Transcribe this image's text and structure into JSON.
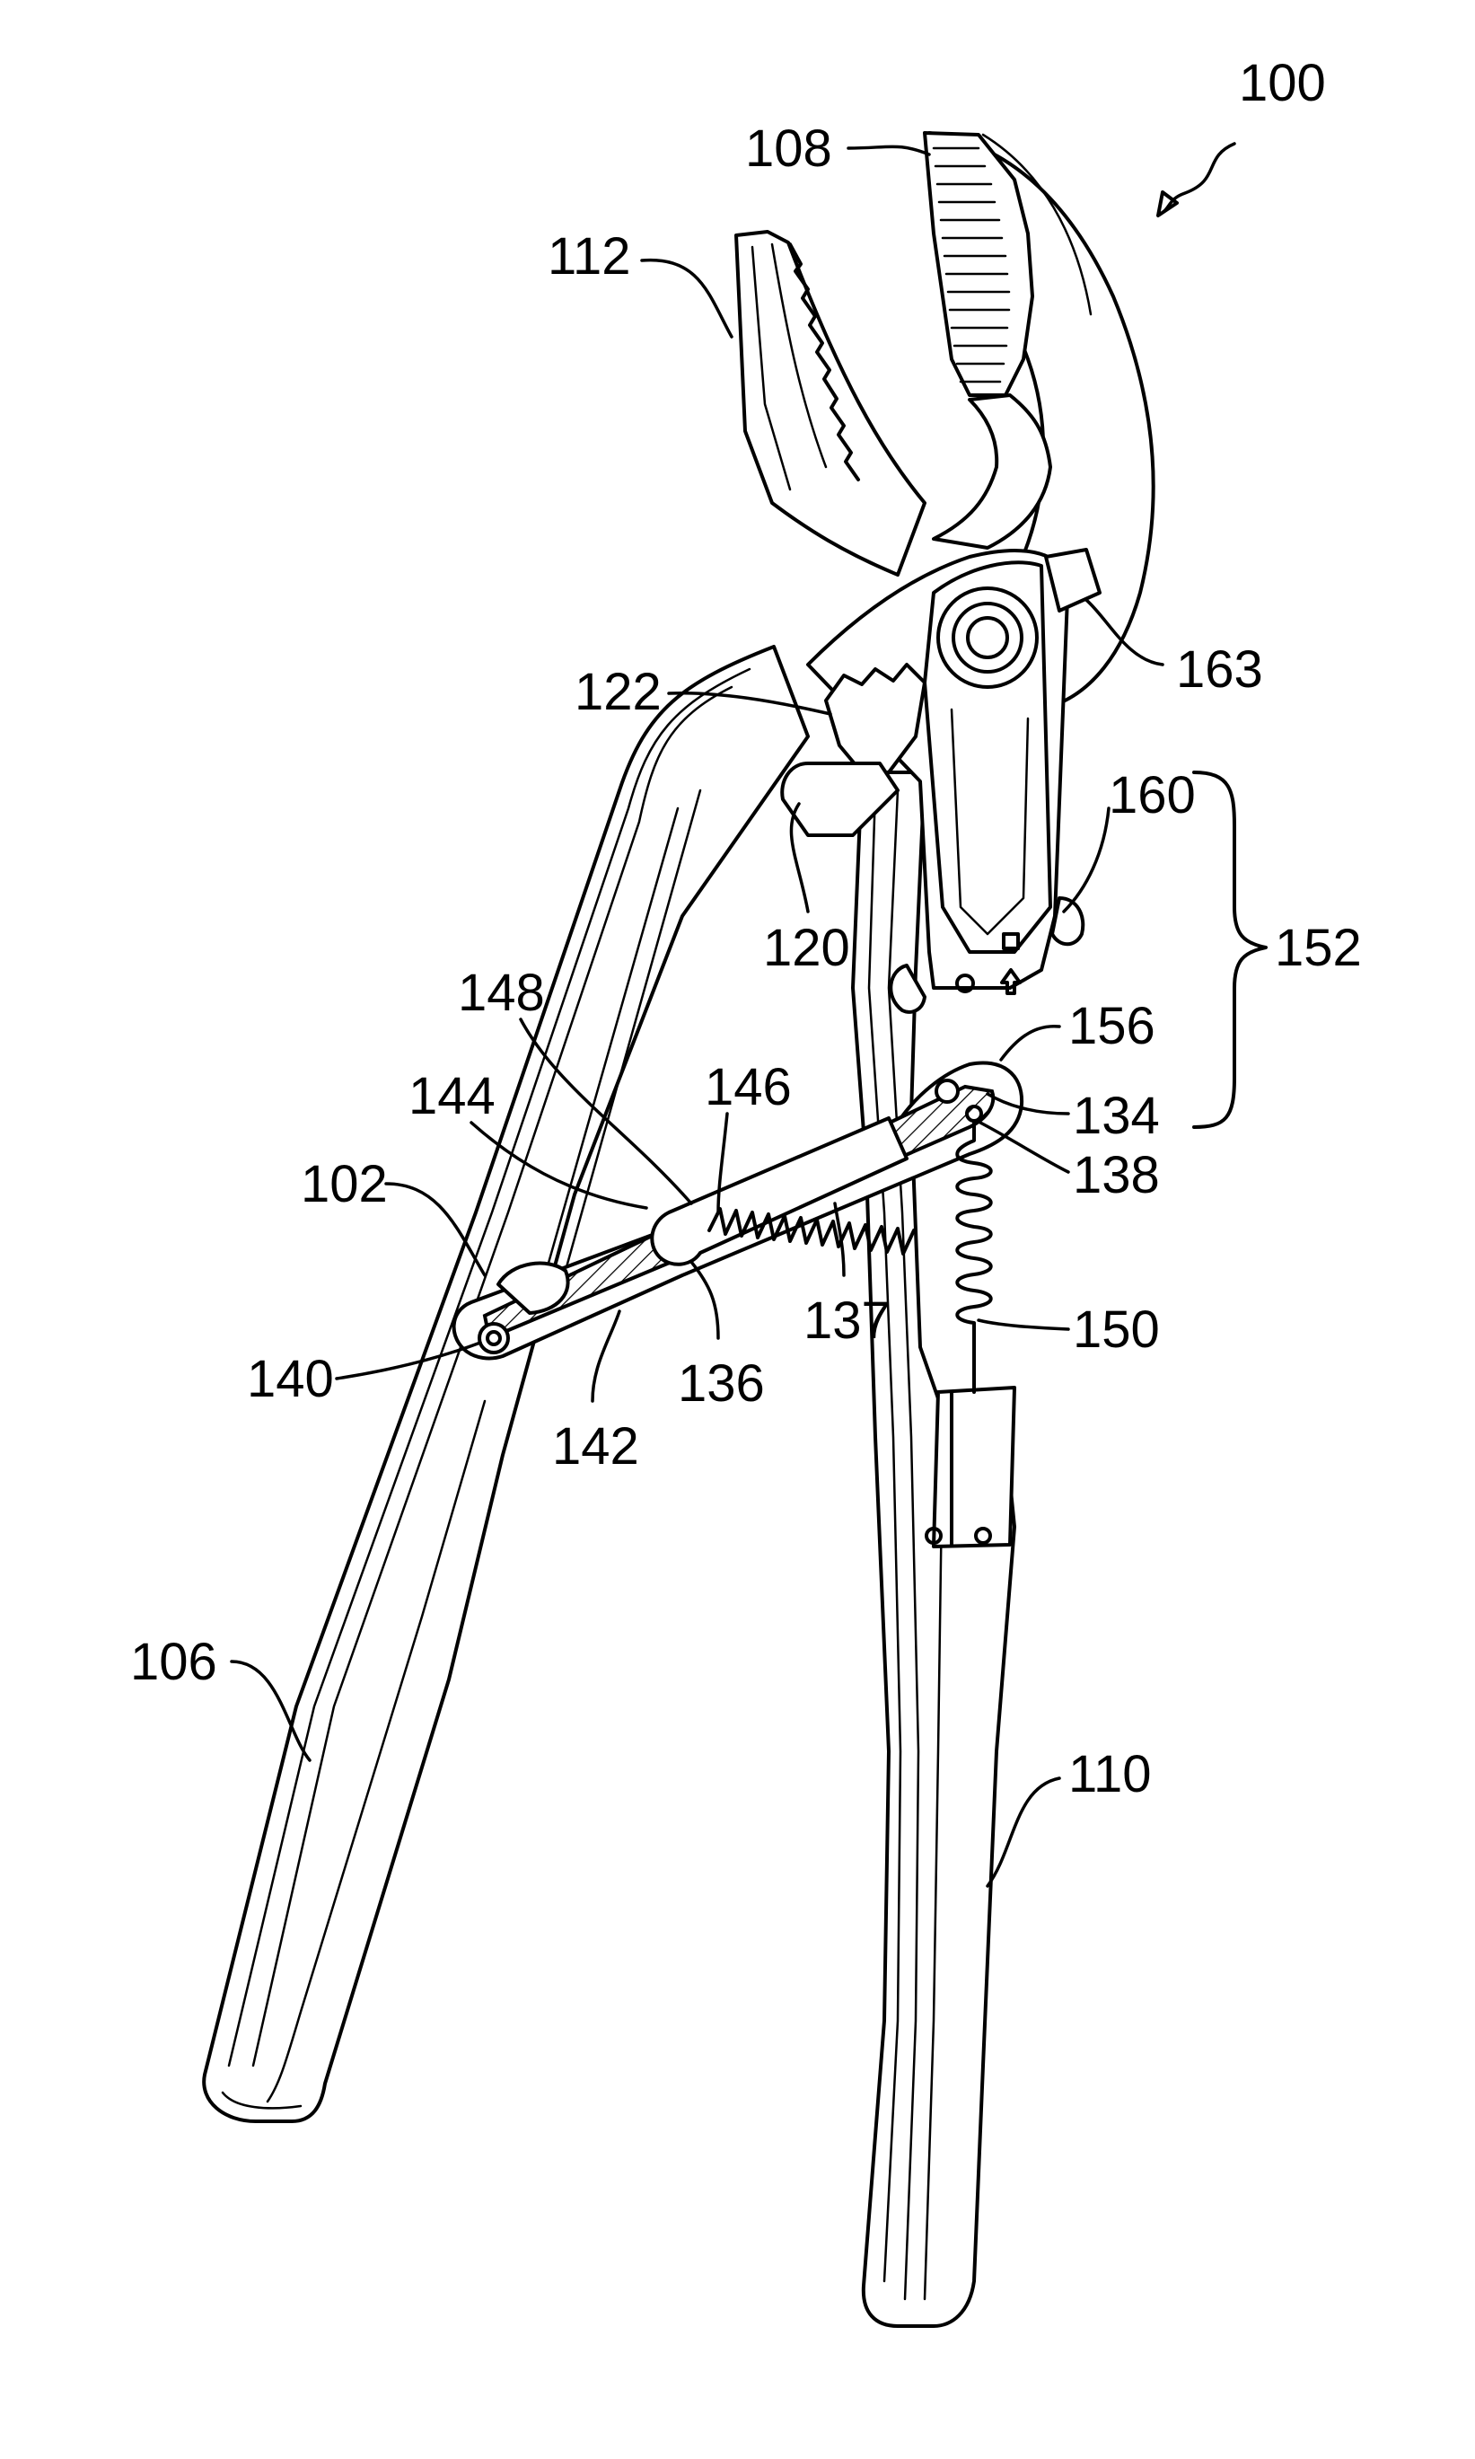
{
  "figure": {
    "reference_labels": {
      "r100": "100",
      "r102": "102",
      "r106": "106",
      "r108": "108",
      "r110": "110",
      "r112": "112",
      "r120": "120",
      "r122": "122",
      "r134": "134",
      "r136": "136",
      "r137": "137",
      "r138": "138",
      "r140": "140",
      "r142": "142",
      "r144": "144",
      "r146": "146",
      "r148": "148",
      "r150": "150",
      "r152": "152",
      "r156": "156",
      "r160": "160",
      "r163": "163"
    }
  }
}
